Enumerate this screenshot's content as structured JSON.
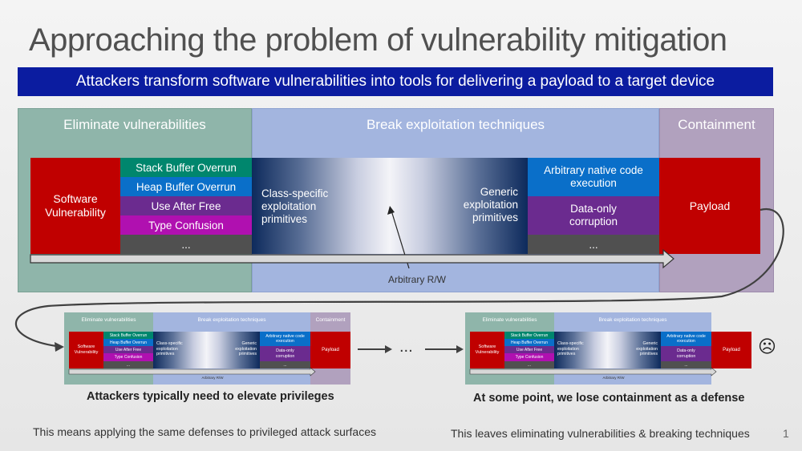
{
  "slide": {
    "title": "Approaching the problem of vulnerability mitigation",
    "banner": "Attackers transform software vulnerabilities into tools for delivering a payload to a target device",
    "page_number": "1"
  },
  "main": {
    "regions": {
      "eliminate": "Eliminate vulnerabilities",
      "break": "Break exploitation techniques",
      "containment": "Containment"
    },
    "software_vulnerability": "Software Vulnerability",
    "vuln_classes": [
      "Stack Buffer Overrun",
      "Heap Buffer Overrun",
      "Use After Free",
      "Type Confusion",
      "..."
    ],
    "class_specific": "Class-specific exploitation primitives",
    "generic": "Generic exploitation primitives",
    "arbitrary_rw": "Arbitrary R/W",
    "outcomes": [
      "Arbitrary native code execution",
      "Data-only corruption",
      "..."
    ],
    "payload": "Payload"
  },
  "bottom": {
    "ellipsis": "...",
    "left_caption": "Attackers typically need to elevate privileges",
    "right_caption": "At some point, we lose containment as a defense",
    "left_note": "This means applying the same defenses to privileged attack surfaces",
    "right_note": "This leaves eliminating vulnerabilities & breaking techniques",
    "sad_face": "☹"
  },
  "colors": {
    "banner": "#0b1ca0",
    "eliminate_bg": "#8fb5aa",
    "break_bg": "#a3b5df",
    "contain_bg": "#b1a1be",
    "vuln_red": "#c00000",
    "stack": "#00866d",
    "heap": "#0a6fc9",
    "uaf": "#6b2b8f",
    "type_conf": "#b010b0",
    "ellipsis_gray": "#505050",
    "generic_navy": "#0d2a5c"
  }
}
